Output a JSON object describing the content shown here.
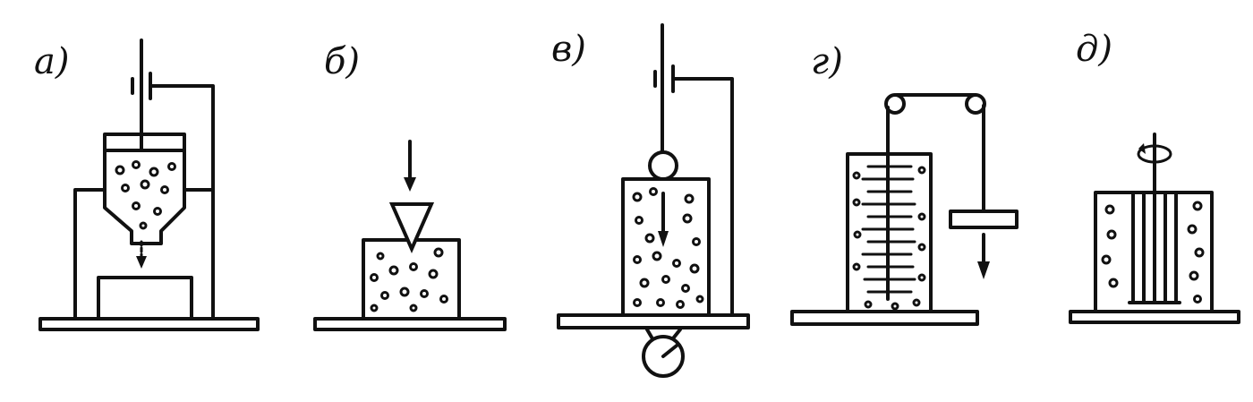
{
  "panels": [
    {
      "id": "a",
      "label": "а)"
    },
    {
      "id": "b",
      "label": "б)"
    },
    {
      "id": "v",
      "label": "в)"
    },
    {
      "id": "g",
      "label": "г)"
    },
    {
      "id": "d",
      "label": "д)"
    }
  ]
}
